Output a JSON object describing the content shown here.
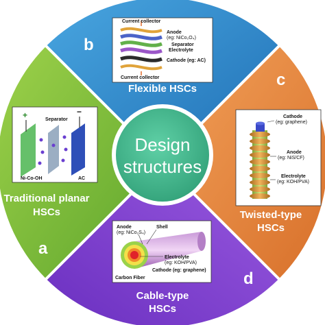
{
  "center": {
    "line1": "Design",
    "line2": "structures"
  },
  "quadrants": {
    "flexible": {
      "letter": "b",
      "title": "Flexible HSCs",
      "labels": {
        "current_collector_top": "Current collector",
        "anode": "Anode",
        "anode_eg": "(eg: NiCo₂O₄)",
        "separator": "Separator",
        "electrolyte": "Electrolyte",
        "cathode": "Cathode (eg: AC)",
        "current_collector_bottom": "Current collector"
      }
    },
    "twisted": {
      "letter": "c",
      "title_line1": "Twisted-type",
      "title_line2": "HSCs",
      "labels": {
        "cathode": "Cathode",
        "cathode_eg": "(eg: graphene)",
        "anode": "Anode",
        "anode_eg": "(eg: NiS/CF)",
        "electrolyte": "Electrolyte",
        "electrolyte_eg": "(eg: KOH/PVA)"
      }
    },
    "cable": {
      "letter": "d",
      "title_line1": "Cable-type",
      "title_line2": "HSCs",
      "labels": {
        "anode": "Anode",
        "anode_eg": "(eg: NiCo₂S₄)",
        "shell": "Shell",
        "electrolyte": "Electrolyte",
        "electrolyte_eg": "(eg: KOH/PVA)",
        "cathode": "Cathode (eg: graphene)",
        "carbon_fiber": "Carbon Fiber"
      }
    },
    "planar": {
      "letter": "a",
      "title_line1": "Traditional planar",
      "title_line2": "HSCs",
      "labels": {
        "plus": "+",
        "minus": "−",
        "separator": "Separator",
        "left_electrode": "Ni-Co-OH",
        "right_electrode": "AC"
      }
    }
  },
  "colors": {
    "flexible": "#2e86c8",
    "twisted": "#e8863a",
    "cable": "#7a3fcf",
    "planar": "#7bbf3a",
    "center": "#3fb98a",
    "inner_ring": "#ffffff"
  }
}
